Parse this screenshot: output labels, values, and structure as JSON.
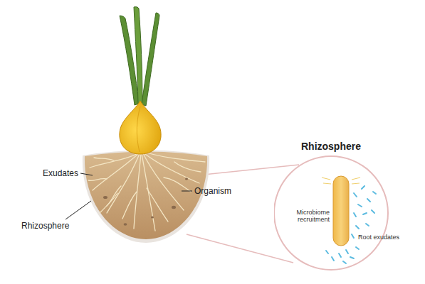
{
  "diagram": {
    "nodes": [
      {
        "text": [
          "Rhizosphere",
          "Microbiome recruitment",
          "Root exudates"
        ]
      }
    ],
    "labels": [
      "Exudates",
      "Rhizosphere",
      "Organism"
    ]
  }
}
